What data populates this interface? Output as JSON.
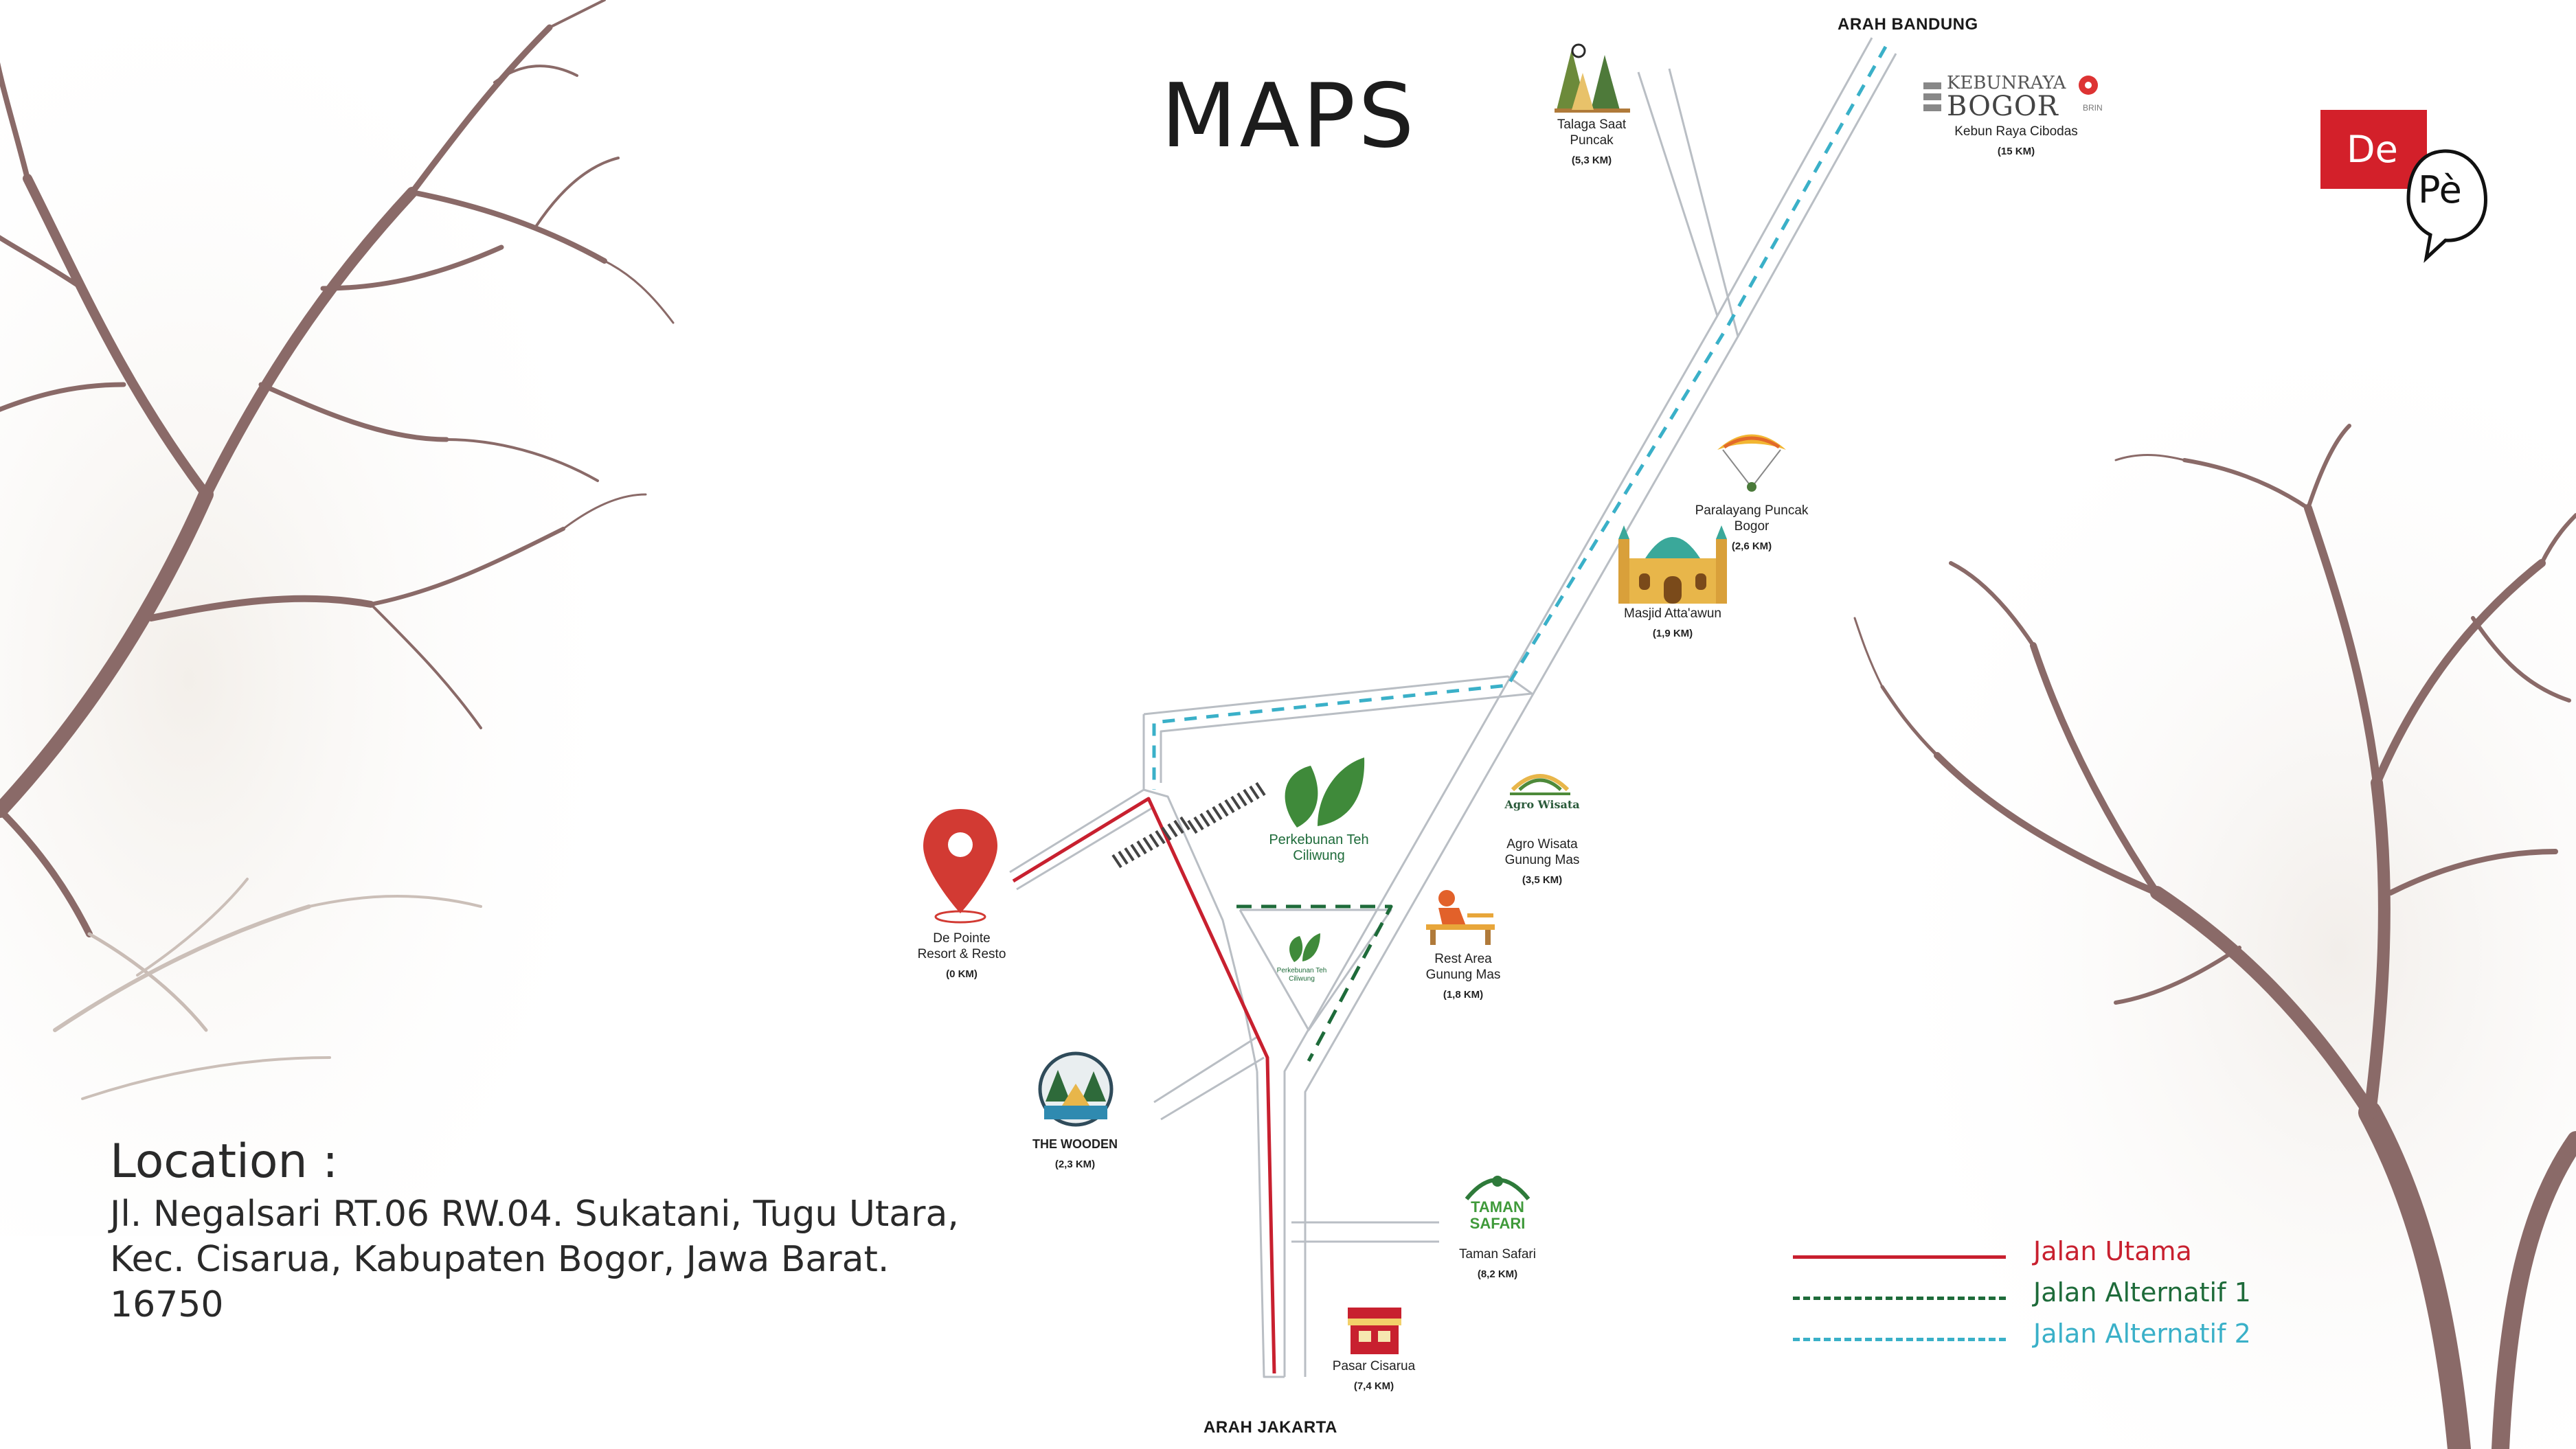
{
  "title": "MAPS",
  "directions": {
    "north": "ARAH BANDUNG",
    "south": "ARAH JAKARTA"
  },
  "pois": {
    "talaga": {
      "line1": "Talaga Saat",
      "line2": "Puncak",
      "distance": "(5,3 KM)",
      "icon": "pine-trees-moon-icon"
    },
    "kebun_raya": {
      "line1": "Kebun Raya Cibodas",
      "distance": "(15 KM)",
      "brand_line1": "KEBUNRAYA",
      "brand_line2": "BOGOR",
      "brand_suffix": "BRIN",
      "icon": "kebun-raya-logo-icon"
    },
    "paralayang": {
      "line1": "Paralayang Puncak",
      "line2": "Bogor",
      "distance": "(2,6 KM)",
      "icon": "paraglider-icon"
    },
    "masjid": {
      "line1": "Masjid Atta'awun",
      "distance": "(1,9 KM)",
      "icon": "mosque-icon"
    },
    "agro": {
      "line1": "Agro Wisata",
      "line2": "Gunung Mas",
      "distance": "(3,5 KM)",
      "badge": "Agro Wisata",
      "icon": "agro-wisata-logo-icon"
    },
    "rest_area": {
      "line1": "Rest Area",
      "line2": "Gunung Mas",
      "distance": "(1,8 KM)",
      "icon": "rest-area-person-icon"
    },
    "perkebunan_big": {
      "line1": "Perkebunan Teh",
      "line2": "Ciliwung",
      "icon": "tea-leaf-icon"
    },
    "perkebunan_small": {
      "line1": "Perkebunan Teh",
      "line2": "Ciliwung",
      "icon": "tea-leaf-icon"
    },
    "de_pointe": {
      "line1": "De Pointe",
      "line2": "Resort & Resto",
      "distance": "(0 KM)",
      "icon": "location-pin-icon"
    },
    "the_wooden": {
      "line1": "THE WOODEN",
      "distance": "(2,3 KM)",
      "icon": "wooden-camp-icon"
    },
    "taman_safari": {
      "line1": "Taman Safari",
      "distance": "(8,2 KM)",
      "badge_line1": "TAMAN",
      "badge_line2": "SAFARI",
      "icon": "taman-safari-logo-icon"
    },
    "pasar": {
      "line1": "Pasar Cisarua",
      "distance": "(7,4 KM)",
      "icon": "market-stall-icon"
    }
  },
  "location": {
    "heading": "Location :",
    "line1": "Jl. Negalsari RT.06 RW.04. Sukatani, Tugu Utara,",
    "line2": "Kec. Cisarua, Kabupaten Bogor, Jawa Barat.",
    "line3": "16750"
  },
  "legend": [
    {
      "label": "Jalan Utama",
      "color": "#c8202f",
      "style": "solid"
    },
    {
      "label": "Jalan Alternatif 1",
      "color": "#1e6b3a",
      "style": "dashed"
    },
    {
      "label": "Jalan Alternatif 2",
      "color": "#3ab0c8",
      "style": "dashed"
    }
  ],
  "logo": {
    "line1": "De",
    "line2": "Pè",
    "color": "#d3202a"
  },
  "colors": {
    "road_outline": "#b9bec4",
    "tree": "#8a6a68",
    "tree_faded": "#c9bcb5"
  }
}
